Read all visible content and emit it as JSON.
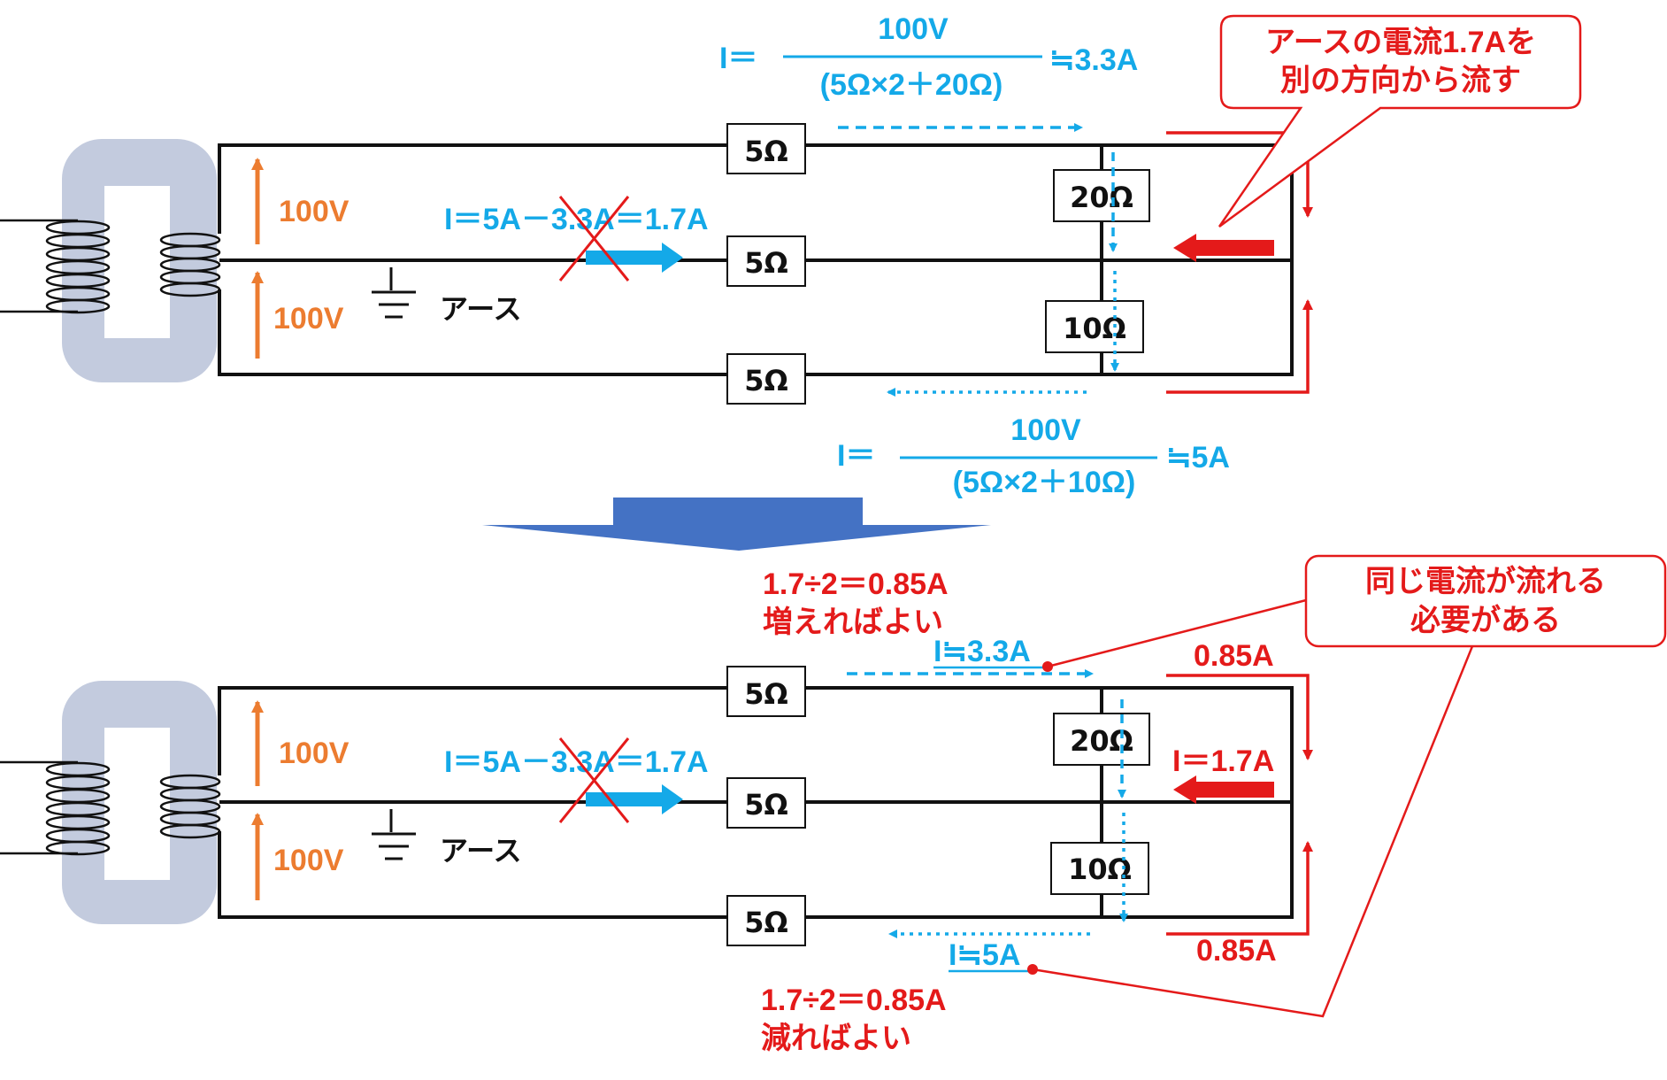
{
  "colors": {
    "current_blue": "#14a9e8",
    "voltage_orange": "#ec7c30",
    "alert_red": "#e41a1a",
    "core_gray": "#c3cbde",
    "arrow_down_blue": "#4472c4"
  },
  "top": {
    "formula_upper": {
      "prefix": "I＝",
      "numerator": "100V",
      "denominator": "(5Ω×2＋20Ω)",
      "result": "≒3.3A"
    },
    "formula_lower": {
      "prefix": "I＝",
      "numerator": "100V",
      "denominator": "(5Ω×2＋10Ω)",
      "result": "≒5A"
    },
    "callout": {
      "line1": "アースの電流1.7Aを",
      "line2": "別の方向から流す"
    },
    "voltage_upper": "100V",
    "voltage_lower": "100V",
    "ground_label": "アース",
    "neutral_current": "I＝5A－3.3A＝1.7A",
    "resistors": {
      "line_upper": "5Ω",
      "line_middle": "5Ω",
      "line_lower": "5Ω",
      "load_upper": "20Ω",
      "load_lower": "10Ω"
    }
  },
  "bottom": {
    "increase_note": {
      "line1": "1.7÷2＝0.85A",
      "line2": "増えればよい"
    },
    "decrease_note": {
      "line1": "1.7÷2＝0.85A",
      "line2": "減ればよい"
    },
    "current_upper": "I≒3.3A",
    "current_lower": "I≒5A",
    "callout": {
      "line1": "同じ電流が流れる",
      "line2": "必要がある"
    },
    "injected_upper": "0.85A",
    "injected_lower": "0.85A",
    "injected_current": "I＝1.7A",
    "voltage_upper": "100V",
    "voltage_lower": "100V",
    "ground_label": "アース",
    "neutral_current": "I＝5A－3.3A＝1.7A",
    "resistors": {
      "line_upper": "5Ω",
      "line_middle": "5Ω",
      "line_lower": "5Ω",
      "load_upper": "20Ω",
      "load_lower": "10Ω"
    }
  }
}
